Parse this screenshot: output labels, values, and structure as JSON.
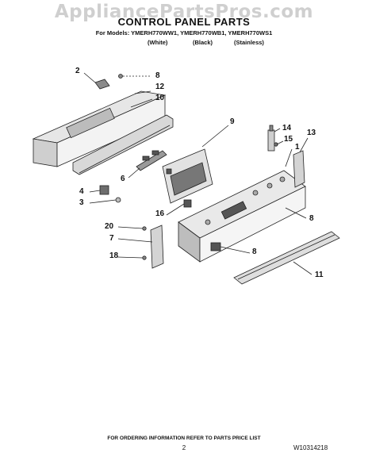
{
  "watermark": "AppliancePartsPros.com",
  "title": "CONTROL PANEL PARTS",
  "models_line": "For Models: YMERH770WW1, YMERH770WB1, YMERH770WS1",
  "variants": [
    "(White)",
    "(Black)",
    "(Stainless)"
  ],
  "callouts": [
    "2",
    "8",
    "12",
    "10",
    "9",
    "14",
    "13",
    "15",
    "1",
    "6",
    "4",
    "3",
    "16",
    "8",
    "20",
    "7",
    "18",
    "8",
    "11"
  ],
  "footer": "FOR ORDERING INFORMATION REFER TO PARTS PRICE LIST",
  "page_number": "2",
  "doc_id": "W10314218",
  "colors": {
    "line": "#222222",
    "fill_dark": "#6d6d6d",
    "fill_light": "#dcdcdc",
    "watermark": "#cfcfcf"
  }
}
